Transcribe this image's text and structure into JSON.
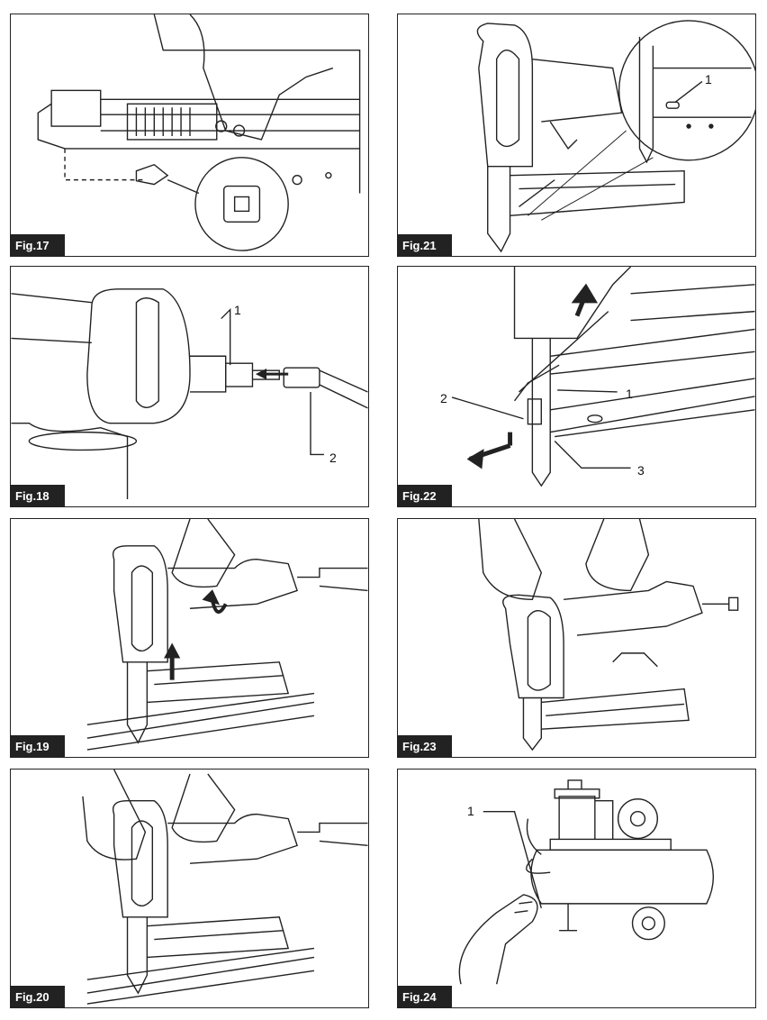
{
  "figures": [
    {
      "label": "Fig.17",
      "callouts": []
    },
    {
      "label": "Fig.21",
      "callouts": [
        "1"
      ]
    },
    {
      "label": "Fig.18",
      "callouts": [
        "1",
        "2"
      ]
    },
    {
      "label": "Fig.22",
      "callouts": [
        "1",
        "2",
        "3"
      ]
    },
    {
      "label": "Fig.19",
      "callouts": []
    },
    {
      "label": "Fig.23",
      "callouts": []
    },
    {
      "label": "Fig.20",
      "callouts": []
    },
    {
      "label": "Fig.24",
      "callouts": [
        "1"
      ]
    }
  ]
}
